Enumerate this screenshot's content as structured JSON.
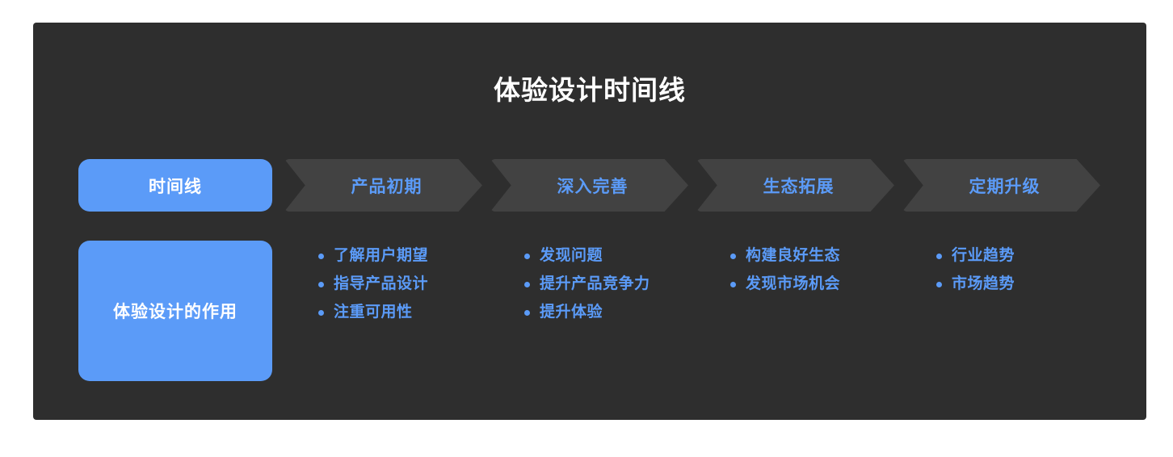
{
  "colors": {
    "page_background": "#ffffff",
    "card_background": "#2e2e2e",
    "accent_blue": "#5b9bf8",
    "chevron_fill": "#424242",
    "title_text": "#ffffff"
  },
  "header": {
    "title": "体验设计时间线"
  },
  "row_labels": {
    "timeline": "时间线",
    "role": "体验设计的作用"
  },
  "stages": [
    {
      "label": "产品初期"
    },
    {
      "label": "深入完善"
    },
    {
      "label": "生态拓展"
    },
    {
      "label": "定期升级"
    }
  ],
  "columns": [
    {
      "items": [
        "了解用户期望",
        "指导产品设计",
        "注重可用性"
      ]
    },
    {
      "items": [
        "发现问题",
        "提升产品竞争力",
        "提升体验"
      ]
    },
    {
      "items": [
        "构建良好生态",
        "发现市场机会"
      ]
    },
    {
      "items": [
        "行业趋势",
        "市场趋势"
      ]
    }
  ]
}
